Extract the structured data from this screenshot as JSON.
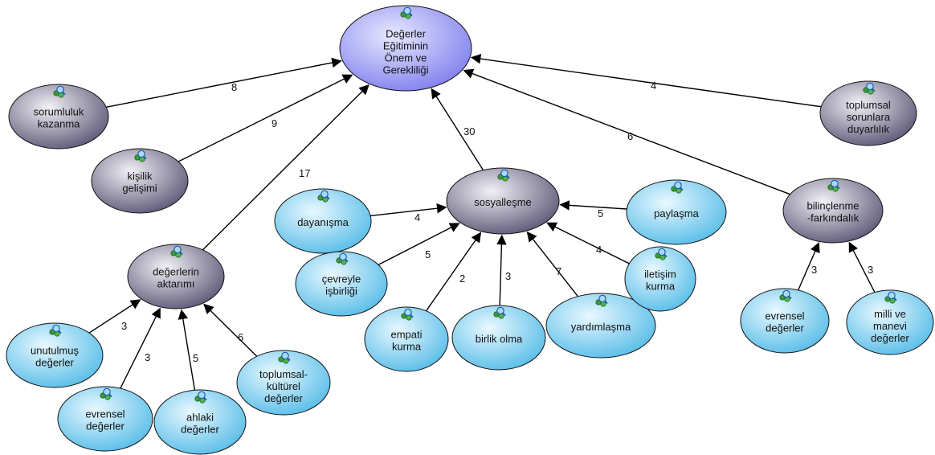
{
  "nodes": [
    {
      "id": "degerler",
      "label_lines": [
        "Değerler",
        "Eğitiminin",
        "Önem ve",
        "Gerekliliği"
      ],
      "kind": "root"
    },
    {
      "id": "sorumluluk",
      "label_lines": [
        "sorumluluk",
        "kazanma"
      ],
      "kind": "category"
    },
    {
      "id": "kisilik",
      "label_lines": [
        "kişilik",
        "gelişimi"
      ],
      "kind": "category"
    },
    {
      "id": "aktarimi",
      "label_lines": [
        "değerlerin",
        "aktarımı"
      ],
      "kind": "category"
    },
    {
      "id": "sosyallesme",
      "label_lines": [
        "sosyalleşme"
      ],
      "kind": "category"
    },
    {
      "id": "bilinclenme",
      "label_lines": [
        "bilinçlenme",
        "-farkındalık"
      ],
      "kind": "category"
    },
    {
      "id": "toplumsal_sorun",
      "label_lines": [
        "toplumsal",
        "sorunlara",
        "duyarlılık"
      ],
      "kind": "category"
    },
    {
      "id": "dayanisma",
      "label_lines": [
        "dayanışma"
      ],
      "kind": "code"
    },
    {
      "id": "cevreyle",
      "label_lines": [
        "çevreyle",
        "işbirliği"
      ],
      "kind": "code"
    },
    {
      "id": "empati",
      "label_lines": [
        "empati",
        "kurma"
      ],
      "kind": "code"
    },
    {
      "id": "birlik",
      "label_lines": [
        "birlik olma"
      ],
      "kind": "code"
    },
    {
      "id": "yardimlasma",
      "label_lines": [
        "yardımlaşma"
      ],
      "kind": "code"
    },
    {
      "id": "iletisim",
      "label_lines": [
        "iletişim",
        "kurma"
      ],
      "kind": "code"
    },
    {
      "id": "paylasma",
      "label_lines": [
        "paylaşma"
      ],
      "kind": "code"
    },
    {
      "id": "unutulmus",
      "label_lines": [
        "unutulmuş",
        "değerler"
      ],
      "kind": "code"
    },
    {
      "id": "evrensel1",
      "label_lines": [
        "evrensel",
        "değerler"
      ],
      "kind": "code"
    },
    {
      "id": "ahlaki",
      "label_lines": [
        "ahlaki",
        "değerler"
      ],
      "kind": "code"
    },
    {
      "id": "toplumsal_kultur",
      "label_lines": [
        "toplumsal-",
        "kültürel",
        "değerler"
      ],
      "kind": "code"
    },
    {
      "id": "evrensel2",
      "label_lines": [
        "evrensel",
        "değerler"
      ],
      "kind": "code"
    },
    {
      "id": "milli",
      "label_lines": [
        "milli ve",
        "manevi",
        "değerler"
      ],
      "kind": "code"
    }
  ],
  "edges": [
    {
      "from": "sorumluluk",
      "to": "degerler",
      "weight": "8"
    },
    {
      "from": "kisilik",
      "to": "degerler",
      "weight": "9"
    },
    {
      "from": "aktarimi",
      "to": "degerler",
      "weight": "17"
    },
    {
      "from": "sosyallesme",
      "to": "degerler",
      "weight": "30"
    },
    {
      "from": "bilinclenme",
      "to": "degerler",
      "weight": "6"
    },
    {
      "from": "toplumsal_sorun",
      "to": "degerler",
      "weight": "4"
    },
    {
      "from": "dayanisma",
      "to": "sosyallesme",
      "weight": "4"
    },
    {
      "from": "cevreyle",
      "to": "sosyallesme",
      "weight": "5"
    },
    {
      "from": "empati",
      "to": "sosyallesme",
      "weight": "2"
    },
    {
      "from": "birlik",
      "to": "sosyallesme",
      "weight": "3"
    },
    {
      "from": "yardimlasma",
      "to": "sosyallesme",
      "weight": "7"
    },
    {
      "from": "iletisim",
      "to": "sosyallesme",
      "weight": "4"
    },
    {
      "from": "paylasma",
      "to": "sosyallesme",
      "weight": "5"
    },
    {
      "from": "unutulmus",
      "to": "aktarimi",
      "weight": "3"
    },
    {
      "from": "evrensel1",
      "to": "aktarimi",
      "weight": "3"
    },
    {
      "from": "ahlaki",
      "to": "aktarimi",
      "weight": "5"
    },
    {
      "from": "toplumsal_kultur",
      "to": "aktarimi",
      "weight": "6"
    },
    {
      "from": "evrensel2",
      "to": "bilinclenme",
      "weight": "3"
    },
    {
      "from": "milli",
      "to": "bilinclenme",
      "weight": "3"
    }
  ],
  "colors": {
    "root_fill_light": "#e8e8ff",
    "root_fill_dark": "#8080ee",
    "category_fill_light": "#f2f0f6",
    "category_fill_dark": "#5e5877",
    "code_fill_light": "#e9f8ff",
    "code_fill_dark": "#58bde8",
    "edge": "#000000",
    "node_stroke": "#111111"
  },
  "icon": "network-code-icon"
}
